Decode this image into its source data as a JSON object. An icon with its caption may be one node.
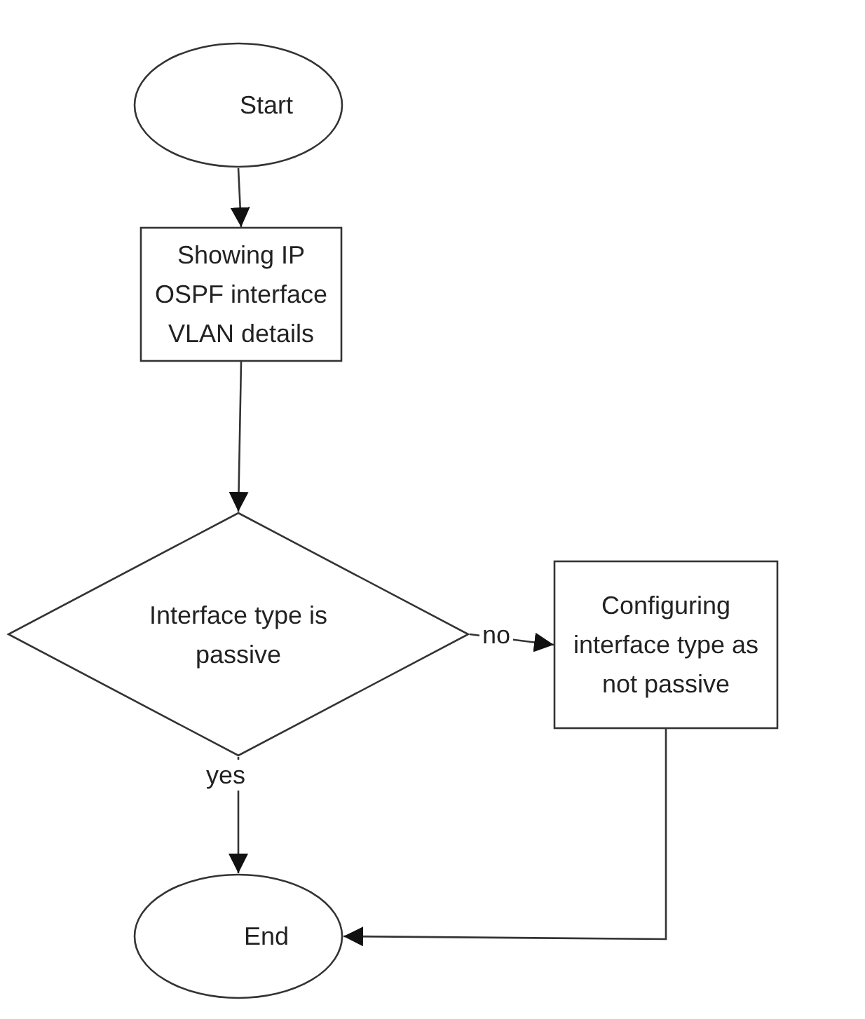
{
  "diagram": {
    "nodes": [
      {
        "text": [
          "Start"
        ]
      },
      {
        "text": [
          "Showing IP OSPF interface VLAN details"
        ]
      },
      {
        "text": [
          "Interface type is passive"
        ]
      },
      {
        "text": [
          "Configuring interface type as not passive"
        ]
      },
      {
        "text": [
          "End"
        ]
      }
    ],
    "edges": [
      {
        "from": 0,
        "to": 1,
        "arrow": "to"
      },
      {
        "from": 1,
        "to": 2,
        "arrow": "to"
      },
      {
        "from": 2,
        "to": 3,
        "arrow": "to",
        "label": "no"
      },
      {
        "from": 2,
        "to": 4,
        "arrow": "to",
        "label": "yes"
      },
      {
        "from": 3,
        "to": 4,
        "arrow": "to"
      }
    ]
  }
}
